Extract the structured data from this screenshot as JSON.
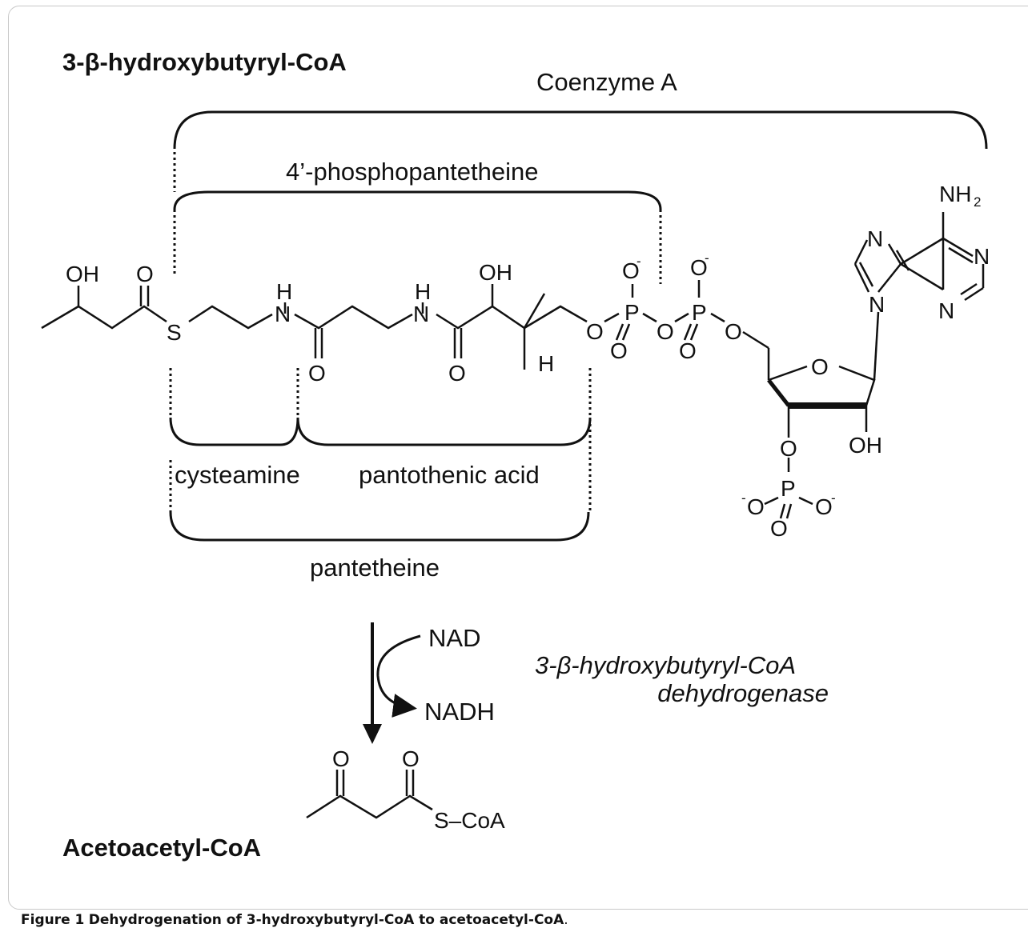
{
  "diagram": {
    "title_top": "3-β-hydroxybutyryl-CoA",
    "title_bottom": "Acetoacetyl-CoA",
    "regions": {
      "coenzyme_a": "Coenzyme A",
      "phosphopantetheine": "4’-phosphopantetheine",
      "cysteamine": "cysteamine",
      "pantothenic_acid": "pantothenic acid",
      "pantetheine": "pantetheine"
    },
    "atoms": {
      "oh": "OH",
      "o": "O",
      "s": "S",
      "n": "N",
      "h": "H",
      "p": "P",
      "nh2_main": "NH",
      "nh2_sub": "2",
      "minus": "-",
      "s_coa": "S–CoA"
    },
    "reaction": {
      "cofactor_in": "NAD",
      "cofactor_out": "NADH",
      "enzyme_line1": "3-β-hydroxybutyryl-CoA",
      "enzyme_line2": "dehydrogenase"
    }
  },
  "caption": {
    "label": "Figure 1",
    "text": "Dehydrogenation of 3-hydroxybutyryl-CoA to acetoacetyl-CoA"
  }
}
